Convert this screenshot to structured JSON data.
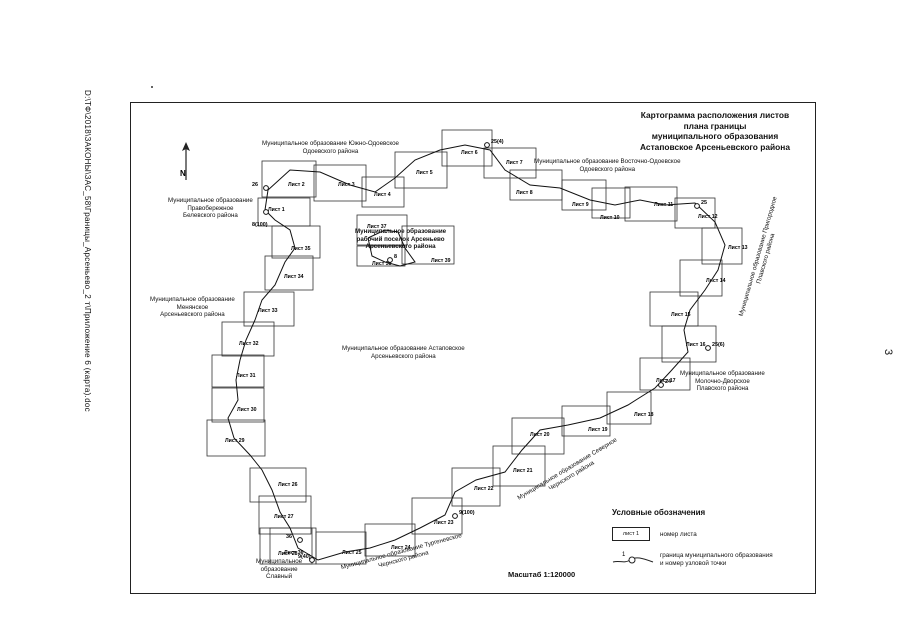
{
  "side_path": "D:\\ТФ\\2018\\ЗАКОНЫ\\ЗАС_58\\Границы_Арсеньево_2 т\\Приложение 6 (карта).doc",
  "page_number": "3",
  "title_lines": [
    "Картограмма расположения листов",
    "плана границы",
    "муниципального образования",
    "Астаповское Арсеньевского района"
  ],
  "sheets": [
    "Лист 1",
    "Лист 2",
    "Лист 3",
    "Лист 4",
    "Лист 5",
    "Лист 6",
    "Лист 7",
    "Лист 8",
    "Лист 9",
    "Лист 10",
    "Лист 11",
    "Лист 12",
    "Лист 13",
    "Лист 14",
    "Лист 15",
    "Лист 16",
    "Лист 17",
    "Лист 18",
    "Лист 19",
    "Лист 20",
    "Лист 21",
    "Лист 22",
    "Лист 23",
    "Лист 24",
    "Лист 25",
    "Лист 26",
    "Лист 27",
    "Лист 28",
    "Лист 29",
    "Лист 30",
    "Лист 31",
    "Лист 32",
    "Лист 33",
    "Лист 34",
    "Лист 35",
    "Лист 36",
    "Лист 37",
    "Лист 38",
    "Лист 39"
  ],
  "nodes": [
    "26",
    "8(100)",
    "25(4)",
    "25",
    "25(6)",
    "24",
    "9(100)",
    "9(40)",
    "36",
    "8"
  ],
  "regions": {
    "yuzhno": "Муниципальное образование Южно-Одоевское\nОдоевского района",
    "vostochno": "Муниципальное образование Восточно-Одоевское\nОдоевского района",
    "pravoberezhnoe": "Муниципальное образование\nПравобережное\nБелевского района",
    "poselok": "Муниципальное образование\nрабочий поселок Арсеньево\nАрсеньевского района",
    "menshikovskoe": "Муниципальное образование\nМенянское\nАрсеньевского района",
    "astapovskoe": "Муниципальное образование Астаповское\nАрсеньевского района",
    "molochno": "Муниципальное образование\nМолочно-Дворское\nПлавского района",
    "prigorodnoe": "Муниципальное образование Пригородное\nПлавского района",
    "severnoe": "Муниципальное образование Северное\nЧернского района",
    "turgenevskoe": "Муниципальное образование Тургеневское\nЧернского района",
    "slavny": "Муниципальное\nобразование\nСлавный"
  },
  "north_label": "N",
  "legend": {
    "title": "Условные обозначения",
    "box_sample": "лист 1",
    "sheet_caption": "номер листа",
    "node_sample": "1",
    "boundary_caption": "граница муниципального образования\nи номер узловой точки"
  },
  "scale": "Масштаб 1:120000"
}
